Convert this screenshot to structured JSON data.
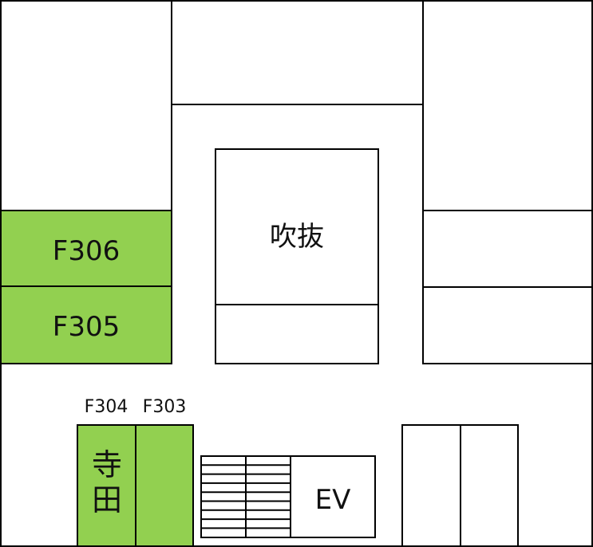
{
  "rooms": {
    "f306": {
      "label": "F306"
    },
    "f305": {
      "label": "F305"
    },
    "f304": {
      "label": "F304",
      "tenant": [
        "寺",
        "田"
      ]
    },
    "f303": {
      "label": "F303"
    },
    "atrium": {
      "label": "吹抜"
    },
    "elevator": {
      "label": "EV"
    }
  },
  "colors": {
    "occupied": "#92d050",
    "vacant": "#ffffff",
    "line": "#000000"
  }
}
